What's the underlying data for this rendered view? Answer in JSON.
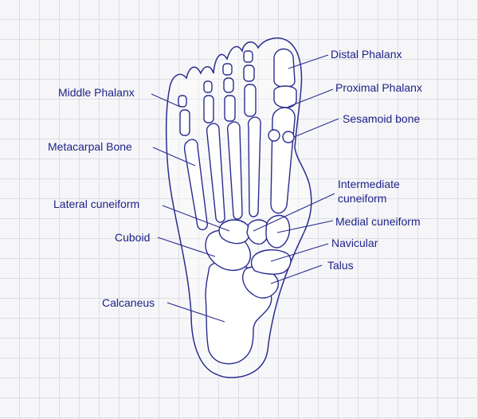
{
  "diagram": {
    "labels": {
      "distal_phalanx": "Distal Phalanx",
      "proximal_phalanx": "Proximal Phalanx",
      "sesamoid_bone": "Sesamoid bone",
      "intermediate_cuneiform_line1": "Intermediate",
      "intermediate_cuneiform_line2": "cuneiform",
      "medial_cuneiform": "Medial cuneiform",
      "navicular": "Navicular",
      "talus": "Talus",
      "middle_phalanx": "Middle Phalanx",
      "metacarpal_bone": "Metacarpal Bone",
      "lateral_cuneiform": "Lateral cuneiform",
      "cuboid": "Cuboid",
      "calcaneus": "Calcaneus"
    },
    "colors": {
      "ink": "#2a2d8f",
      "text": "#1f2288",
      "grid": "#dcdde4",
      "paper": "#f6f6f8"
    }
  }
}
